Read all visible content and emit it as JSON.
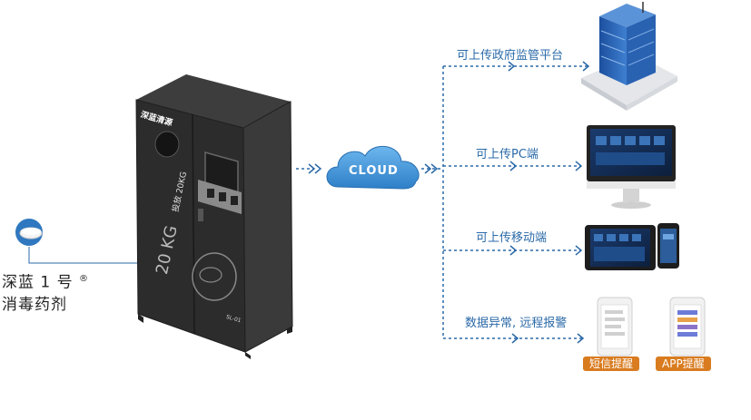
{
  "product": {
    "name_line1": "深蓝 1 号",
    "registered_mark": "®",
    "name_line2": "消毒药剂"
  },
  "cabinet": {
    "brand_label": "深蓝清源",
    "side_label": "投放 20KG",
    "weight_text": "20 KG",
    "bottom_label": "SL-01"
  },
  "cloud": {
    "label": "CLOUD"
  },
  "routes": [
    {
      "label": "可上传政府监管平台"
    },
    {
      "label": "可上传PC端"
    },
    {
      "label": "可上传移动端"
    },
    {
      "label": "数据异常, 远程报警"
    }
  ],
  "alerts": {
    "sms_label": "短信提醒",
    "app_label": "APP提醒"
  },
  "colors": {
    "line_blue": "#2b6aa8",
    "cloud_blue": "#3a8fd6",
    "badge_orange": "#d97b1f",
    "cabinet_dark": "#2e2e2e"
  }
}
